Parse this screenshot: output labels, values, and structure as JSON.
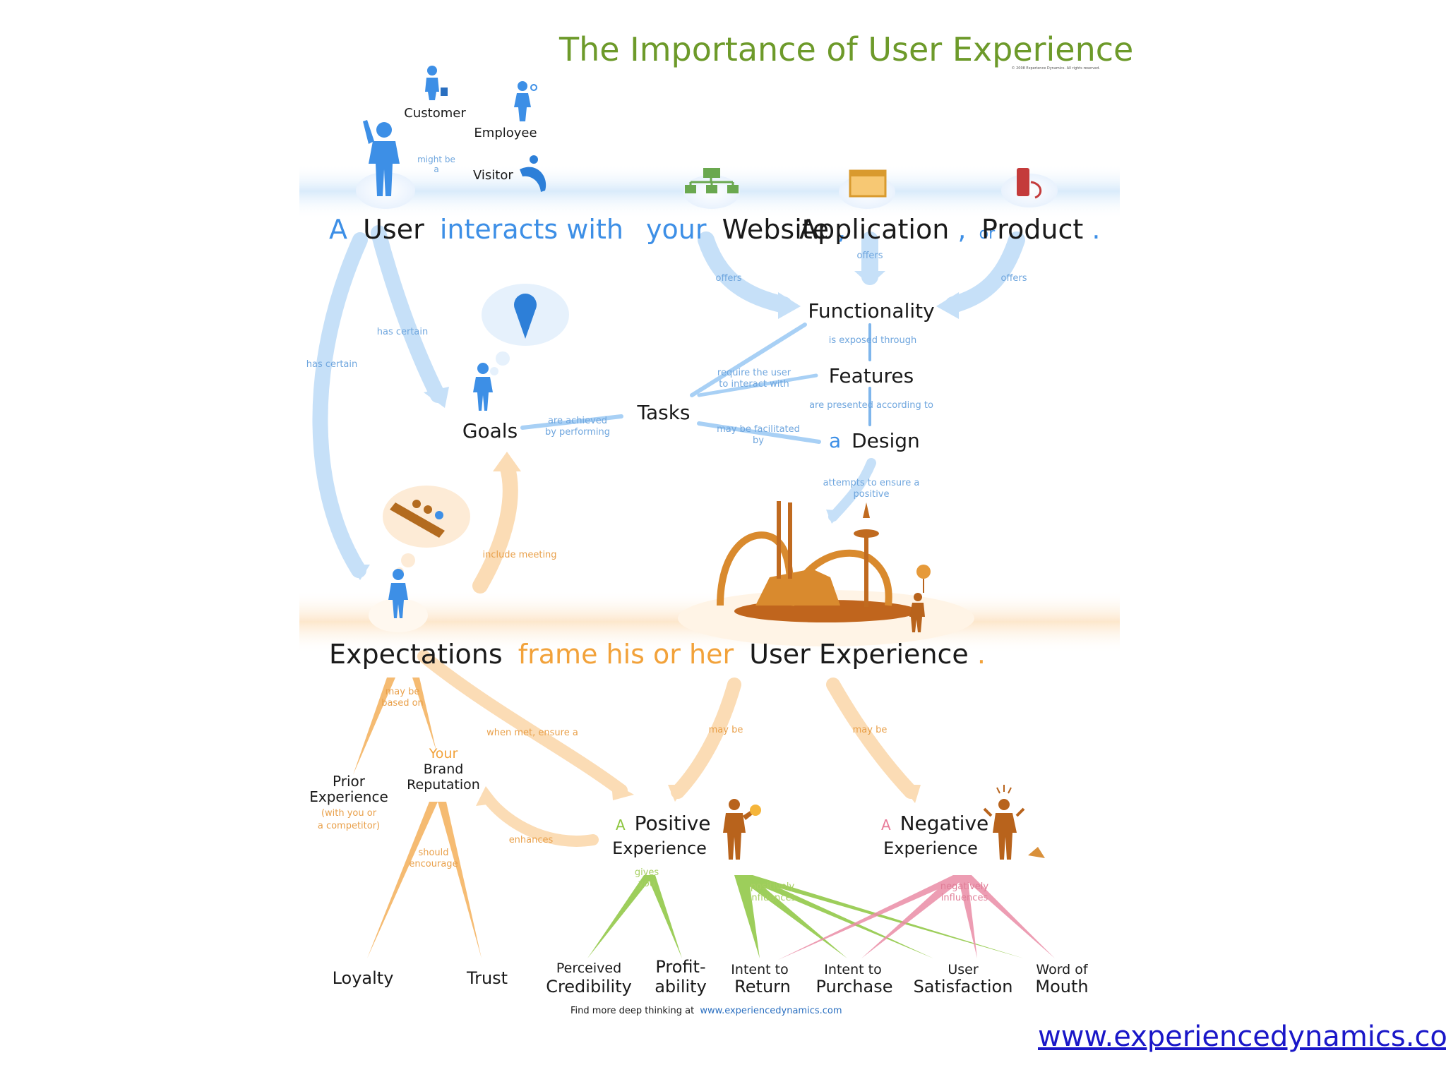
{
  "title": "The Importance of User Experience",
  "copyright": "© 2008 Experience Dynamics. All rights reserved.",
  "colors": {
    "blue": "#3d8fe6",
    "orange": "#f2a23a",
    "green": "#8dc63f",
    "pink": "#e87a98",
    "title_green": "#6d9a2a",
    "dark": "#1a1a1a",
    "link": "#1a17c8"
  },
  "icons": [
    "person-icon",
    "shopper-icon",
    "employee-icon",
    "surfer-icon",
    "sitemap-icon",
    "window-icon",
    "phone-icon",
    "ice-cream-icon",
    "roller-coaster-icon",
    "theme-park-icon",
    "balloon-person-icon",
    "angry-person-icon"
  ],
  "top_line": {
    "a": "A",
    "user": "User",
    "interacts": "interacts with",
    "your": "your",
    "website": "Website",
    "comma1": ",",
    "application": "Application",
    "comma2": ",",
    "or": "or",
    "product": "Product",
    "period": "."
  },
  "user_types": {
    "customer": "Customer",
    "employee": "Employee",
    "visitor": "Visitor",
    "might_be_1": "might be",
    "might_be_2": "a"
  },
  "middle": {
    "functionality": "Functionality",
    "features": "Features",
    "a": "a",
    "design": "Design",
    "tasks": "Tasks",
    "goals": "Goals"
  },
  "connectors": {
    "offers_left": "offers",
    "offers_mid": "offers",
    "offers_right": "offers",
    "has_certain_1": "has certain",
    "has_certain_2": "has certain",
    "is_exposed": "is exposed through",
    "require_1": "require the user",
    "require_2": "to interact with",
    "presented": "are presented according to",
    "facilitated_1": "may be facilitated",
    "facilitated_2": "by",
    "achieved_1": "are achieved",
    "achieved_2": "by performing",
    "attempts_1": "attempts to ensure a",
    "attempts_2": "positive",
    "include_meeting": "include meeting",
    "based_on_1": "may be",
    "based_on_2": "based on",
    "when_met": "when met, ensure a",
    "may_be_1": "may be",
    "may_be_2": "may be",
    "enhances": "enhances",
    "should_1": "should",
    "should_2": "encourage",
    "gives_1": "gives",
    "gives_2": "you",
    "pos_infl_1": "positively",
    "pos_infl_2": "influences",
    "neg_infl_1": "negatively",
    "neg_infl_2": "influences"
  },
  "expectations_line": {
    "expectations": "Expectations",
    "frame": "frame his or her",
    "ux": "User Experience",
    "period": "."
  },
  "lower": {
    "prior_1": "Prior",
    "prior_2": "Experience",
    "prior_3": "(with you or",
    "prior_4": "a competitor)",
    "brand_1": "Your",
    "brand_2": "Brand",
    "brand_3": "Reputation",
    "loyalty": "Loyalty",
    "trust": "Trust",
    "pos_a": "A",
    "pos_1": "Positive",
    "pos_2": "Experience",
    "neg_a": "A",
    "neg_1": "Negative",
    "neg_2": "Experience"
  },
  "outcomes": {
    "credibility_1": "Perceived",
    "credibility_2": "Credibility",
    "profit_1": "Profit-",
    "profit_2": "ability",
    "return_1": "Intent to",
    "return_2": "Return",
    "purchase_1": "Intent to",
    "purchase_2": "Purchase",
    "satisfaction_1": "User",
    "satisfaction_2": "Satisfaction",
    "mouth_1": "Word of",
    "mouth_2": "Mouth"
  },
  "footer": {
    "find_more": "Find more deep thinking at",
    "find_url": "www.experiencedynamics.com"
  },
  "site_link": "www.experiencedynamics.com"
}
